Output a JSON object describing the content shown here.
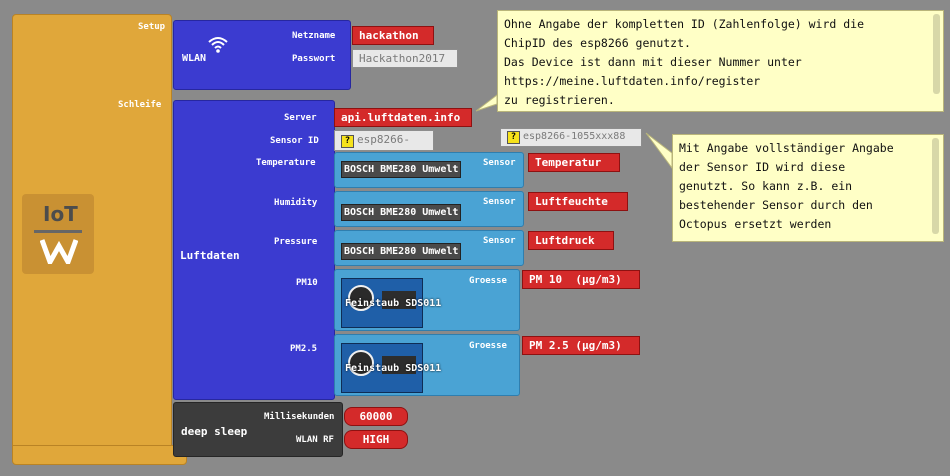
{
  "setup_label": "Setup",
  "loop_label": "Schleife",
  "logo_text": "IoT",
  "wlan": {
    "title": "WLAN",
    "netname_label": "Netzname",
    "netname_value": "hackathon",
    "password_label": "Passwort",
    "password_value": "Hackathon2017",
    "wifi_icon": "wifi-icon"
  },
  "luftdaten": {
    "title": "Luftdaten",
    "server_label": "Server",
    "server_value": "api.luftdaten.info",
    "sensor_id_label": "Sensor ID",
    "sensor_id_value": "esp8266-",
    "sensor_id_example": "esp8266-1055xxx88",
    "rows": [
      {
        "label": "Temperature",
        "chip": "BOSCH BME280 Umwelt",
        "kind_label": "Sensor",
        "value": "Temperatur"
      },
      {
        "label": "Humidity",
        "chip": "BOSCH BME280 Umwelt",
        "kind_label": "Sensor",
        "value": "Luftfeuchte"
      },
      {
        "label": "Pressure",
        "chip": "BOSCH BME280 Umwelt",
        "kind_label": "Sensor",
        "value": "Luftdruck"
      },
      {
        "label": "PM10",
        "chip": "Feinstaub SDS011",
        "kind_label": "Groesse",
        "value": "PM 10  (µg/m3)"
      },
      {
        "label": "PM2.5",
        "chip": "Feinstaub SDS011",
        "kind_label": "Groesse",
        "value": "PM 2.5 (µg/m3)"
      }
    ]
  },
  "deep_sleep": {
    "title": "deep sleep",
    "ms_label": "Millisekunden",
    "ms_value": "60000",
    "rf_label": "WLAN RF",
    "rf_value": "HIGH"
  },
  "notes": {
    "top": "Ohne Angabe der kompletten ID (Zahlenfolge) wird die\nChipID des esp8266 genutzt.\nDas Device ist dann mit dieser Nummer unter\nhttps://meine.luftdaten.info/register\nzu registrieren.",
    "side": "Mit Angabe vollständiger Angabe\nder Sensor ID wird diese\ngenutzt. So kann z.B. ein\nbestehender Sensor durch den\nOctopus ersetzt werden"
  },
  "colors": {
    "block_yellow": "#e0a73a",
    "block_blue": "#3b3bd0",
    "block_cyan": "#4aa3d4",
    "value_red": "#d42a2a"
  }
}
